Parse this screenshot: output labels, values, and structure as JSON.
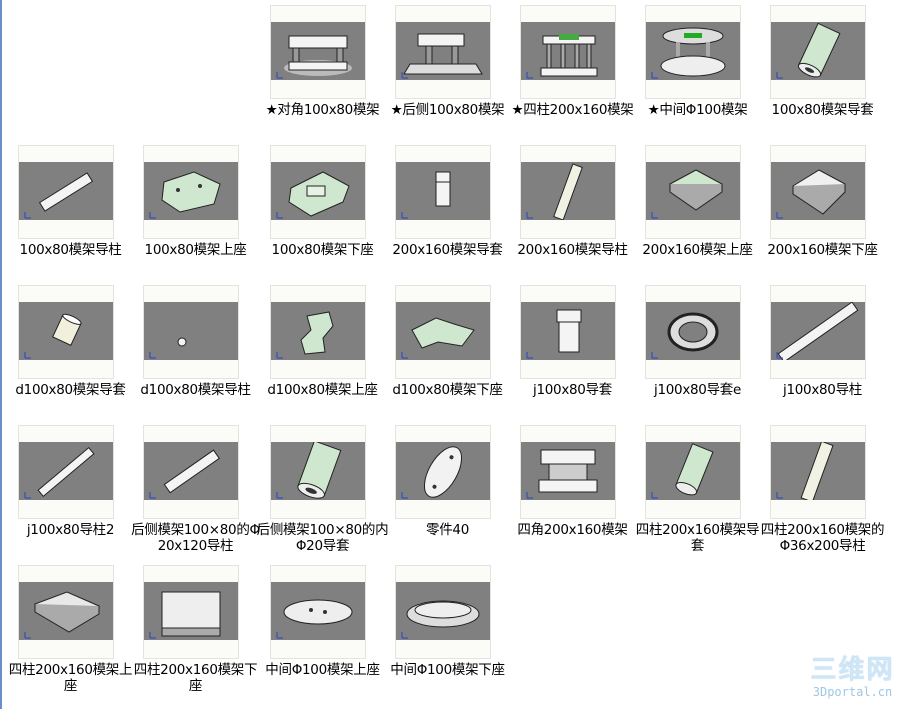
{
  "items": [
    {
      "label": "★对角100x80模架",
      "shape": "diagset"
    },
    {
      "label": "★后侧100x80模架",
      "shape": "backset"
    },
    {
      "label": "★四柱200x160模架",
      "shape": "pillarset"
    },
    {
      "label": "★中间Φ100模架",
      "shape": "roundset"
    },
    {
      "label": "100x80模架导套",
      "shape": "bushing"
    },
    {
      "label": "100x80模架导柱",
      "shape": "rod"
    },
    {
      "label": "100x80模架上座",
      "shape": "plate"
    },
    {
      "label": "100x80模架下座",
      "shape": "plate2"
    },
    {
      "label": "200x160模架导套",
      "shape": "sleeve"
    },
    {
      "label": "200x160模架导柱",
      "shape": "rod2"
    },
    {
      "label": "200x160模架上座",
      "shape": "sqplate"
    },
    {
      "label": "200x160模架下座",
      "shape": "sqplate2"
    },
    {
      "label": "d100x80模架导套",
      "shape": "shortbush"
    },
    {
      "label": "d100x80模架导柱",
      "shape": "tiny"
    },
    {
      "label": "d100x80模架上座",
      "shape": "diagplate"
    },
    {
      "label": "d100x80模架下座",
      "shape": "diagplate2"
    },
    {
      "label": "j100x80导套",
      "shape": "sleeve2"
    },
    {
      "label": "j100x80导套e",
      "shape": "ring"
    },
    {
      "label": "j100x80导柱",
      "shape": "longrod"
    },
    {
      "label": "j100x80导柱2",
      "shape": "rod3"
    },
    {
      "label": "后侧模架100×80的Φ20x120导柱",
      "shape": "rod4"
    },
    {
      "label": "后侧模架100×80的内Φ20导套",
      "shape": "bushing2"
    },
    {
      "label": "零件40",
      "shape": "oval"
    },
    {
      "label": "四角200x160模架",
      "shape": "cornerset"
    },
    {
      "label": "四柱200x160模架导套",
      "shape": "bushing3"
    },
    {
      "label": "四柱200x160模架的Φ36x200导柱",
      "shape": "rod5"
    },
    {
      "label": "四柱200x160模架上座",
      "shape": "sqplate3"
    },
    {
      "label": "四柱200x160模架下座",
      "shape": "sqplate4"
    },
    {
      "label": "中间Φ100模架上座",
      "shape": "ellipse"
    },
    {
      "label": "中间Φ100模架下座",
      "shape": "ellipse2"
    }
  ],
  "watermark": {
    "cn": "三维网",
    "en": "3Dportal.cn"
  }
}
